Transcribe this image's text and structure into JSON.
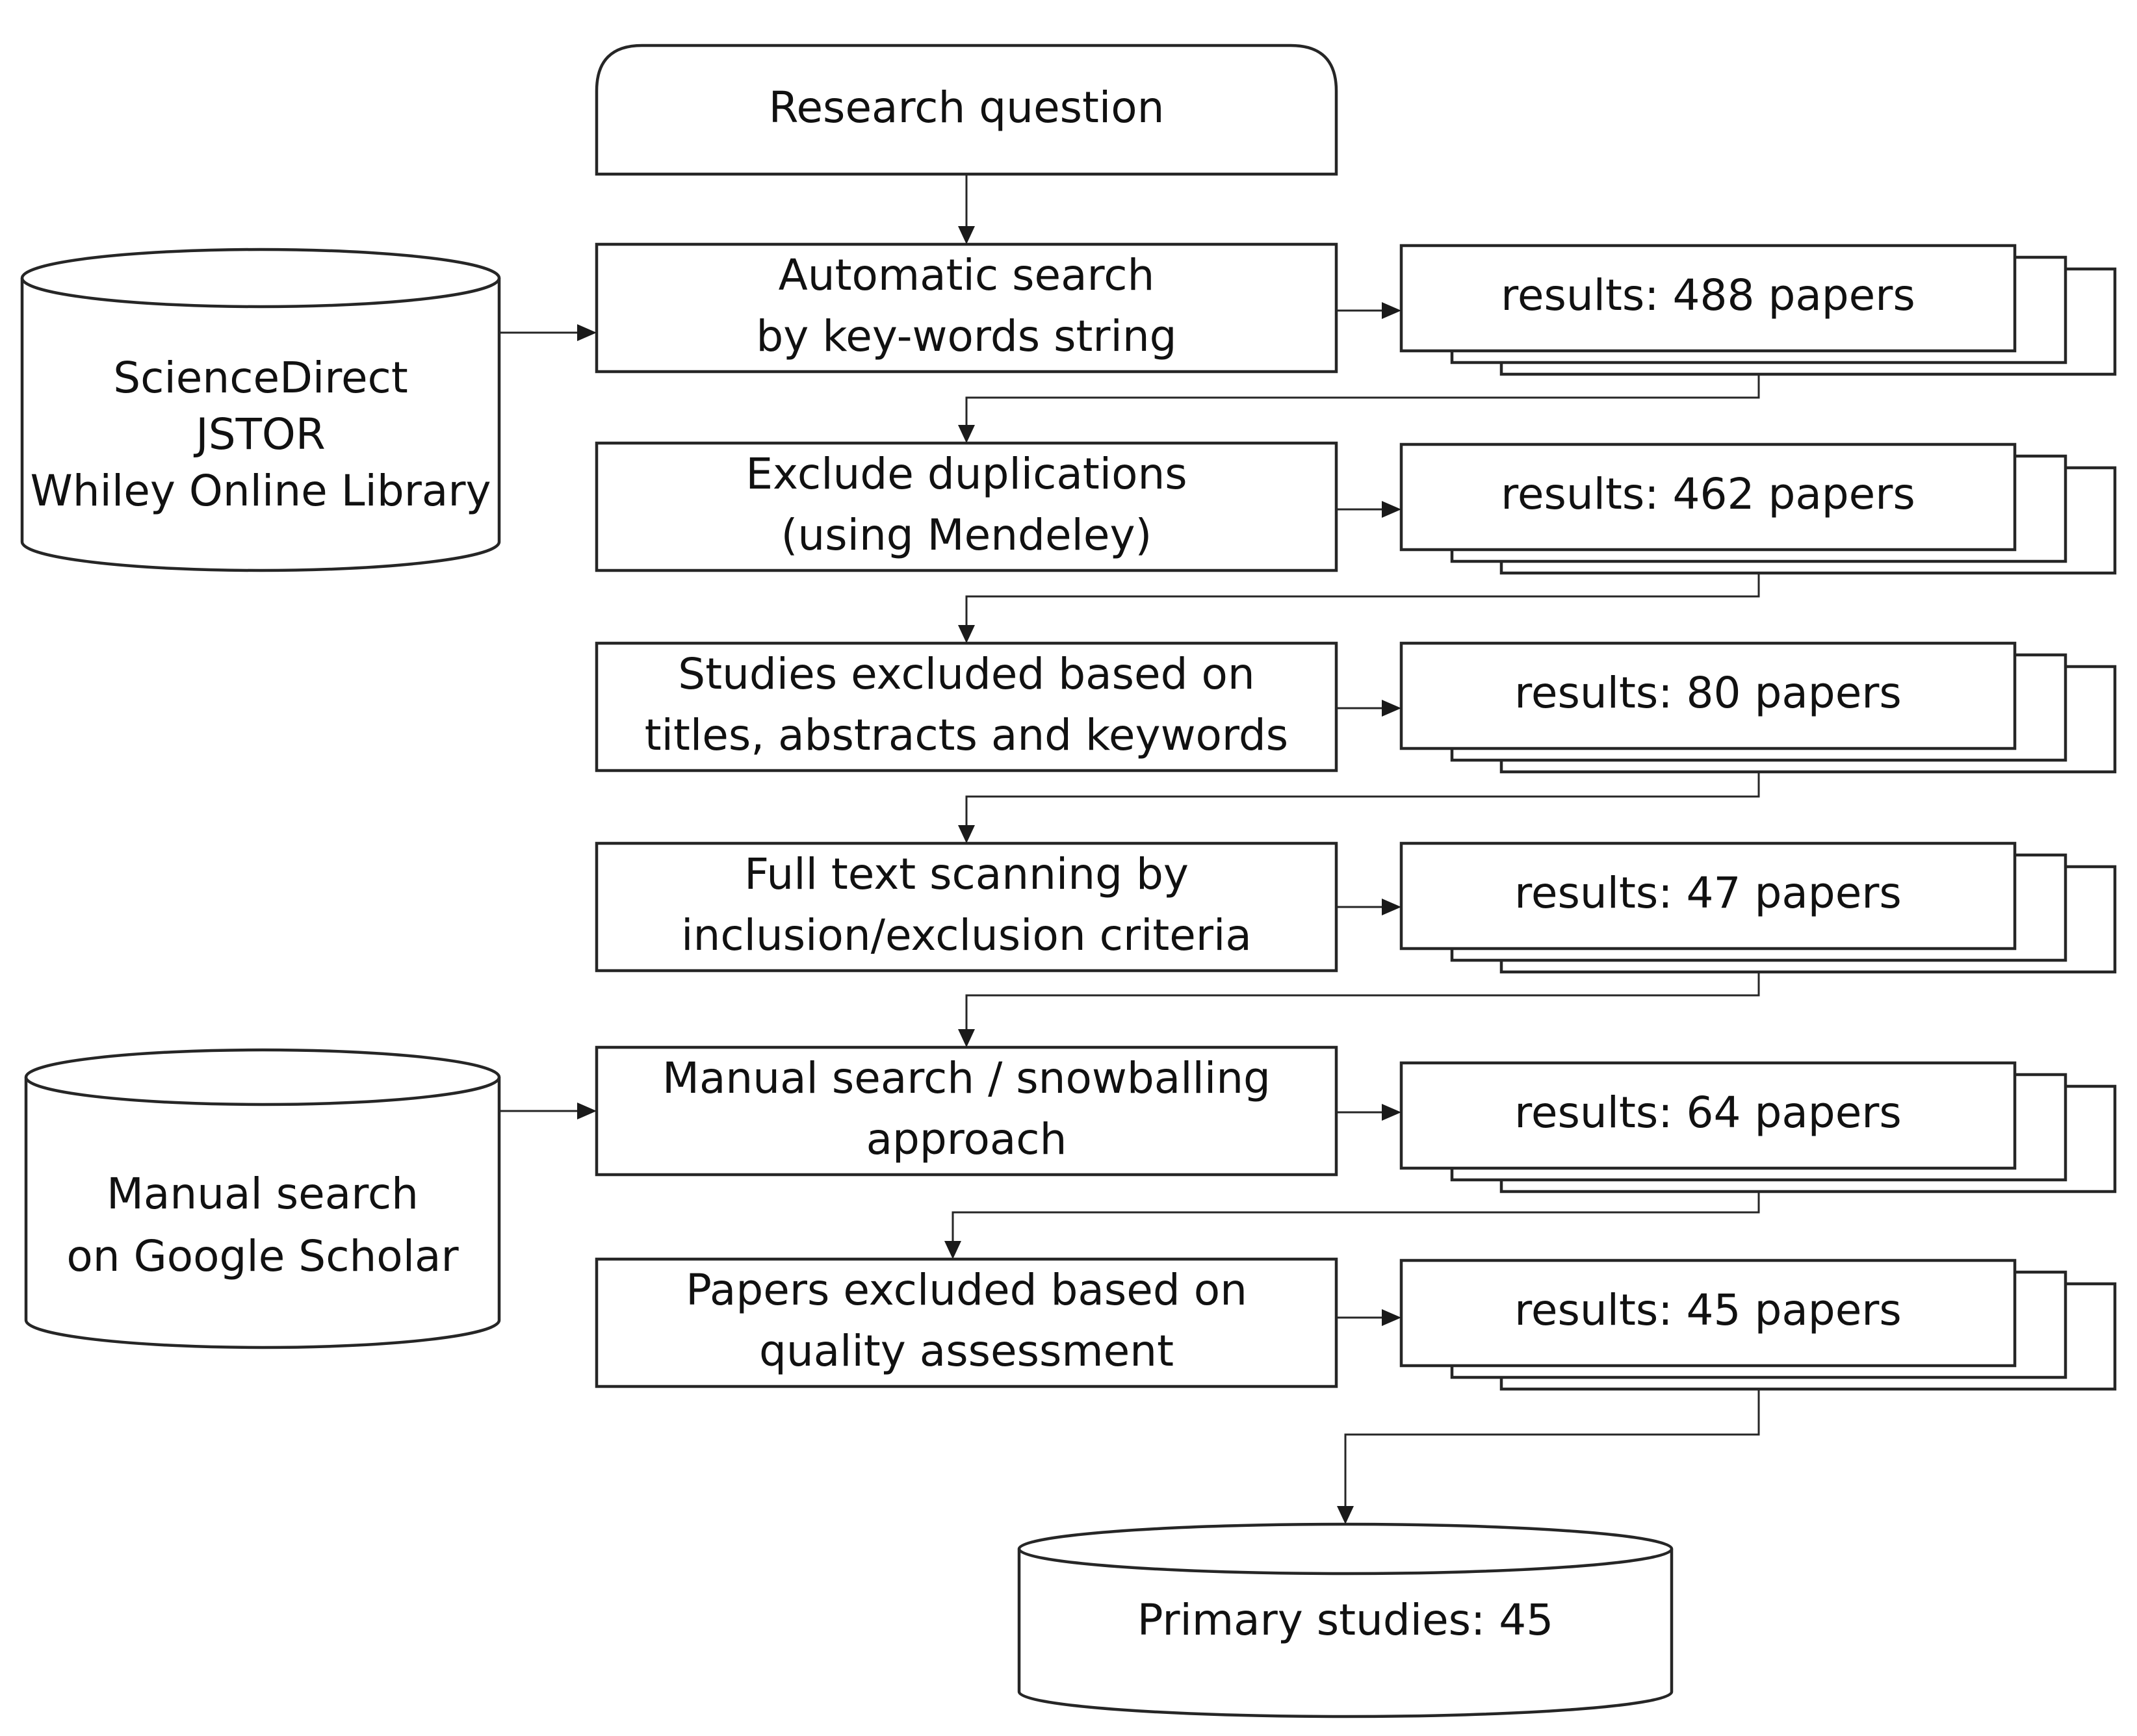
{
  "diagram": {
    "start": {
      "label": "Research question"
    },
    "sources": [
      {
        "lines": [
          "ScienceDirect",
          "JSTOR",
          "Whiley Online Library"
        ]
      },
      {
        "lines": [
          "Manual search",
          "on Google Scholar"
        ]
      }
    ],
    "steps": [
      {
        "lines": [
          "Automatic search",
          "by key-words string"
        ],
        "result": "results: 488 papers"
      },
      {
        "lines": [
          "Exclude duplications",
          "(using Mendeley)"
        ],
        "result": "results: 462 papers"
      },
      {
        "lines": [
          "Studies excluded based on",
          "titles, abstracts and keywords"
        ],
        "result": "results: 80 papers"
      },
      {
        "lines": [
          "Full text scanning by",
          "inclusion/exclusion criteria"
        ],
        "result": "results: 47 papers"
      },
      {
        "lines": [
          "Manual search / snowballing",
          "approach"
        ],
        "result": "results: 64 papers"
      },
      {
        "lines": [
          "Papers excluded based on",
          "quality assessment"
        ],
        "result": "results: 45 papers"
      }
    ],
    "end": {
      "label": "Primary studies: 45"
    }
  }
}
